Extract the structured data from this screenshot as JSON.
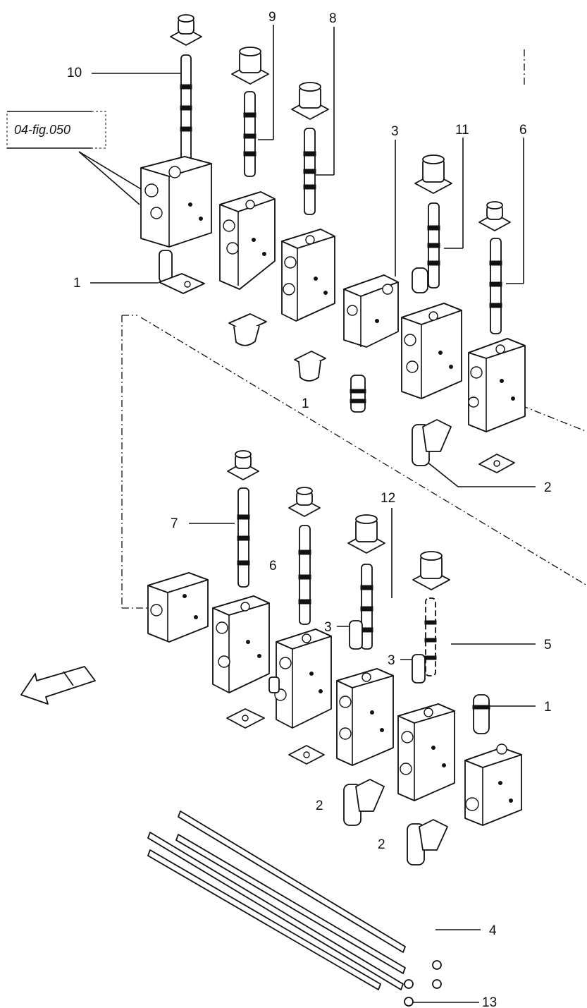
{
  "ref_box": {
    "text": "04-fig.050"
  },
  "callouts": {
    "c10": "10",
    "c9": "9",
    "c8": "8",
    "c3_top": "3",
    "c11": "11",
    "c6_top": "6",
    "c1_top": "1",
    "c1_mid": "1",
    "c2_mid": "2",
    "c12": "12",
    "c7": "7",
    "c6_low": "6",
    "c3_low_a": "3",
    "c3_low_b": "3",
    "c5": "5",
    "c1_low": "1",
    "c2_low_a": "2",
    "c2_low_b": "2",
    "c4": "4",
    "c13": "13"
  }
}
